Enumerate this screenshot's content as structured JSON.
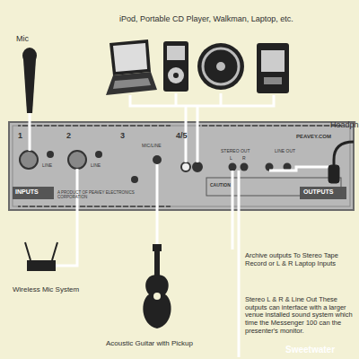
{
  "diagram": {
    "labels": [
      "iPod, Portable CD Player, Walkman, Laptop, etc.",
      "Mic",
      "Headph",
      "Wireless Mic System",
      "Acoustic Guitar with Pickup",
      "Archive outputs To Stereo Tape Record or L & R Laptop Inputs",
      "Stereo L & R & Line Out These outputs can interface with a larger venue installed sound system which time the Messenger 100 can the presenter's monitor.",
      "1",
      "2",
      "3",
      "4/5",
      "INPUTS",
      "LINE",
      "LINE",
      "MIC/LINE",
      "PEAVEY.COM",
      "STEREO OUT",
      "L",
      "R",
      "LINE OUT",
      "OUTPUTS",
      "CAUTION",
      "A PRODUCT OF PEAVEY ELECTRONICS CORPORATION",
      "Sweetwater"
    ]
  }
}
